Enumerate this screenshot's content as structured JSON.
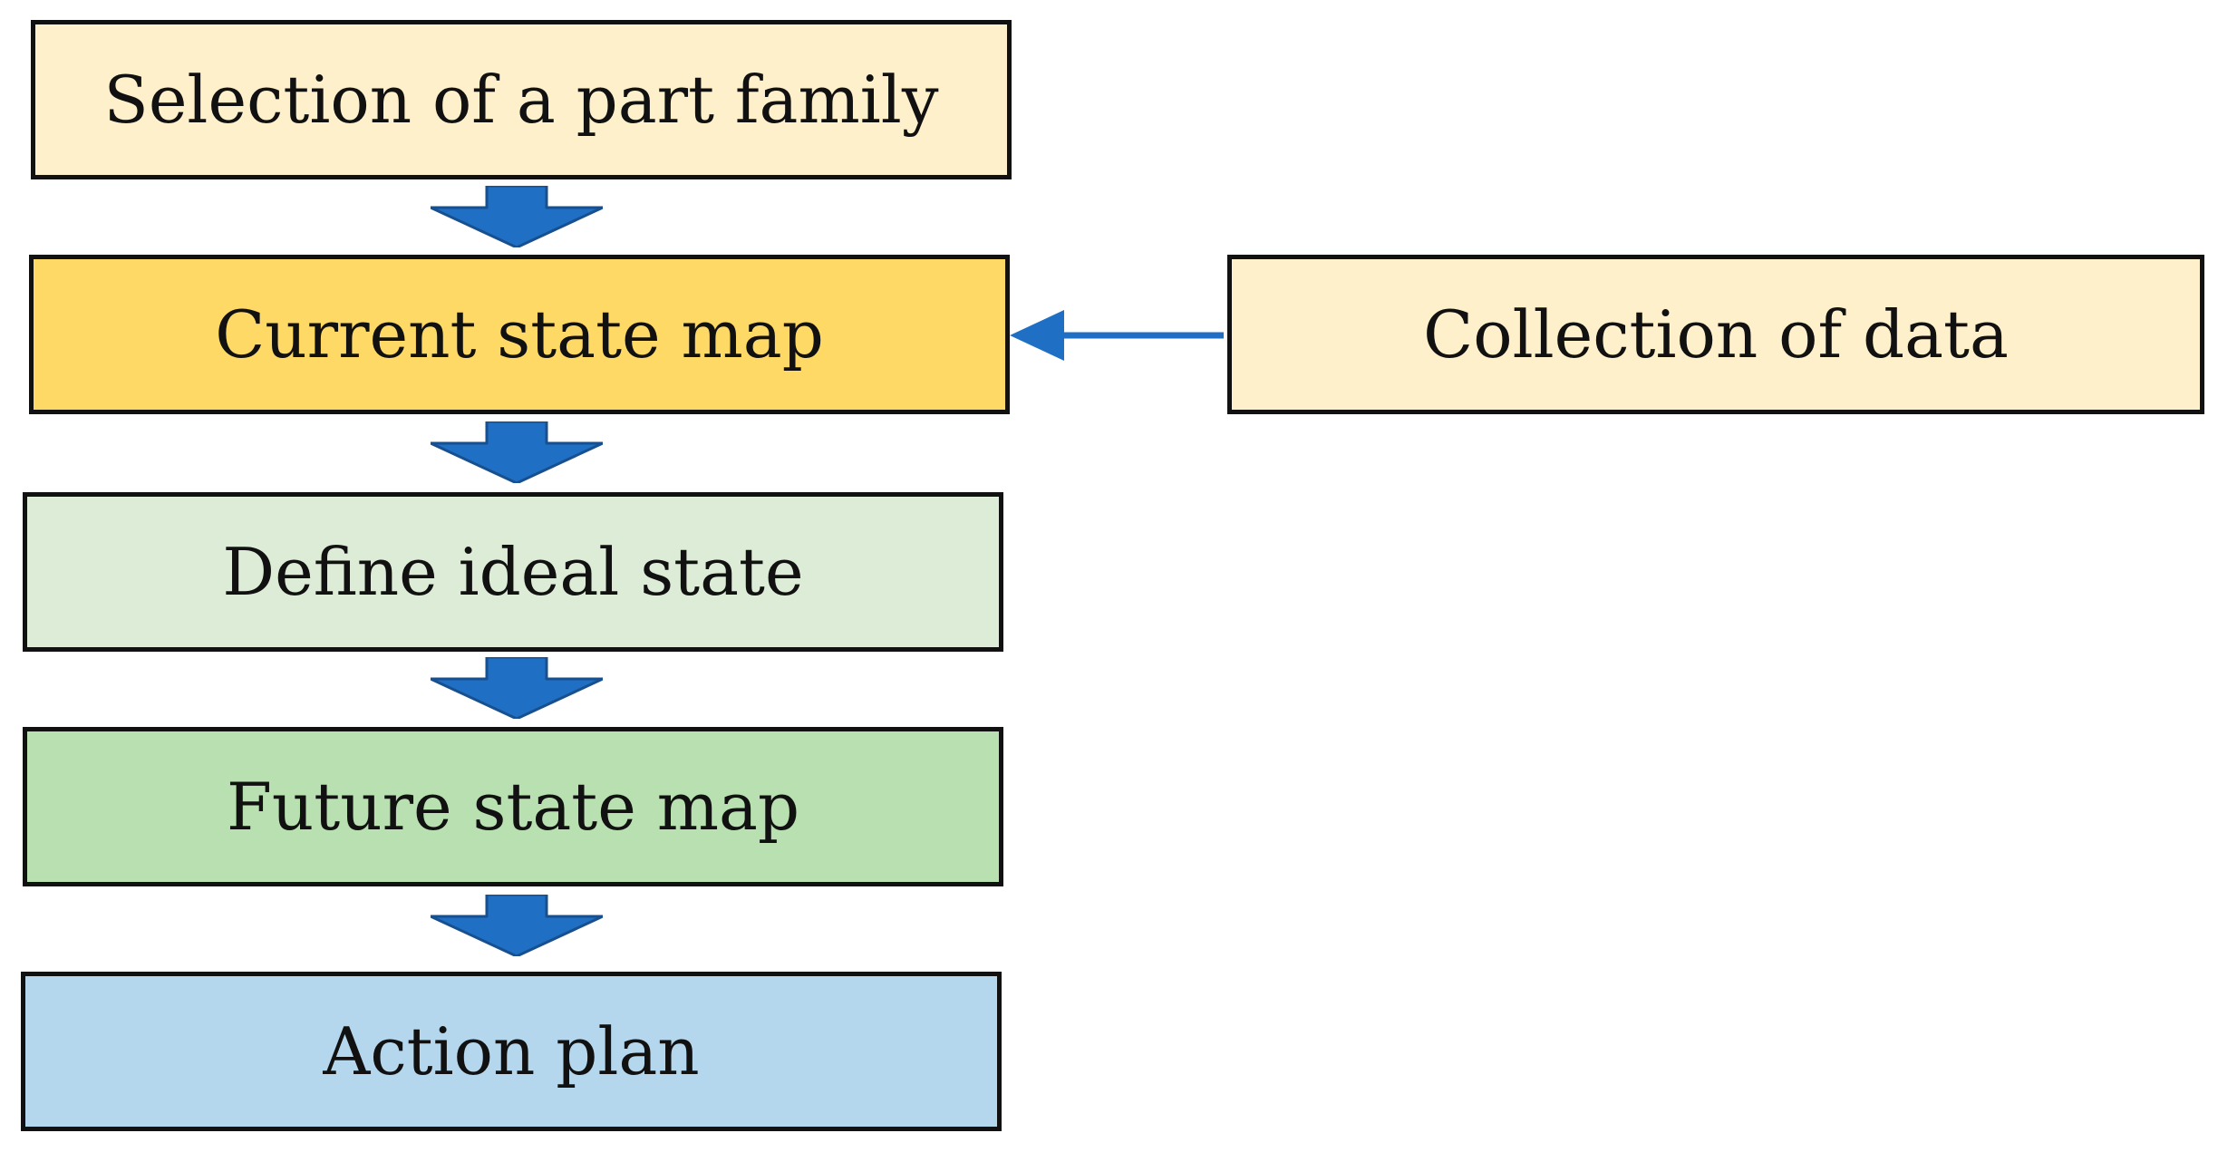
{
  "steps": [
    {
      "label": "Selection of a part family",
      "fill": "#fff0cc"
    },
    {
      "label": "Current state map",
      "fill": "#ffd966"
    },
    {
      "label": "Define ideal state",
      "fill": "#dcecd6"
    },
    {
      "label": "Future state map",
      "fill": "#b9e0b0"
    },
    {
      "label": "Action plan",
      "fill": "#b5d7ee"
    }
  ],
  "side_input": {
    "label": "Collection of data",
    "fill": "#fff0cc"
  },
  "colors": {
    "arrow_fill": "#1f6fc4",
    "arrow_dark": "#174f8f",
    "border": "#111111"
  },
  "icons": {
    "step_arrow": "down-block-arrow-icon",
    "input_arrow": "left-arrow-icon"
  }
}
